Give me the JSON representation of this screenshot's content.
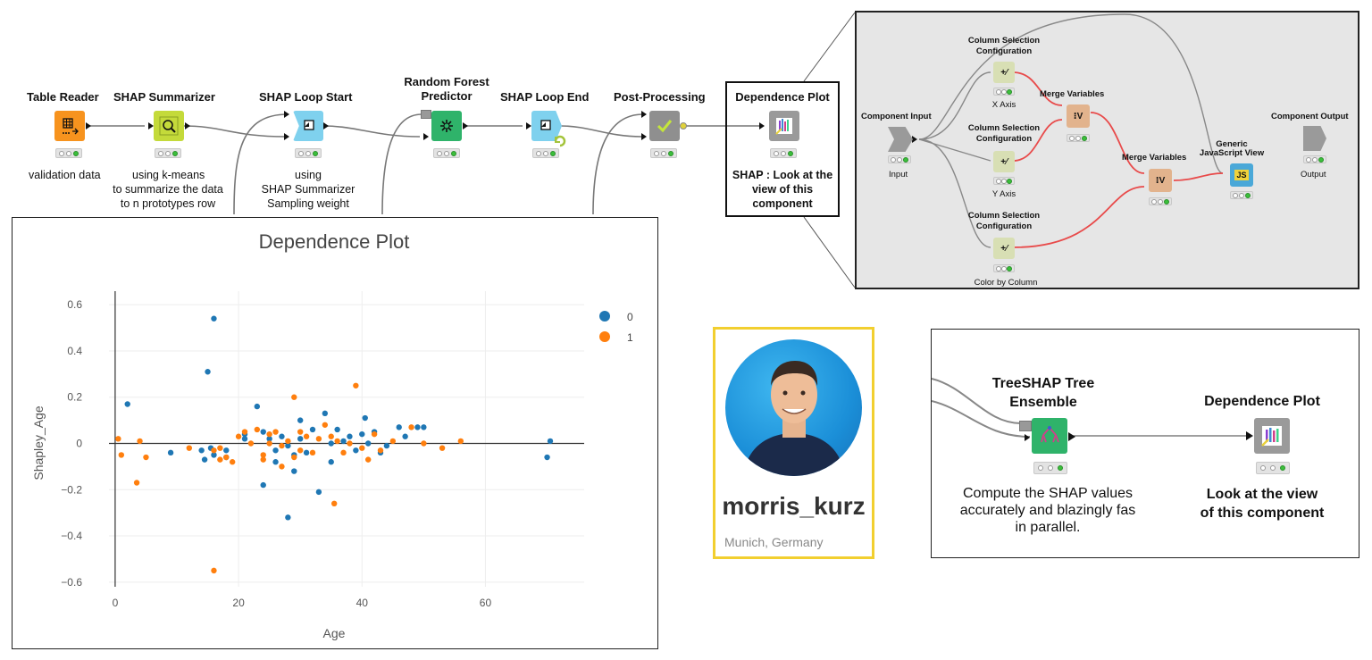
{
  "workflow": {
    "nodes": [
      {
        "id": "table-reader",
        "title": "Table Reader",
        "desc": [
          "validation data"
        ]
      },
      {
        "id": "shap-summarizer",
        "title": "SHAP Summarizer",
        "desc": [
          "using k-means",
          "to summarize the data",
          "to n prototypes row"
        ]
      },
      {
        "id": "shap-loop-start",
        "title": "SHAP Loop Start",
        "desc": [
          "using",
          "SHAP Summarizer",
          "Sampling weight"
        ]
      },
      {
        "id": "random-forest-predictor",
        "title": [
          "Random Forest",
          "Predictor"
        ],
        "desc": []
      },
      {
        "id": "shap-loop-end",
        "title": "SHAP Loop End",
        "desc": []
      },
      {
        "id": "post-processing",
        "title": "Post-Processing",
        "desc": []
      },
      {
        "id": "dependence-plot",
        "title": "Dependence Plot",
        "desc": [
          "SHAP : Look at the",
          "view of this",
          "component"
        ]
      }
    ]
  },
  "component": {
    "component_input": "Component Input",
    "input_label": "Input",
    "component_output": "Component Output",
    "output_label": "Output",
    "csc_title": [
      "Column Selection",
      "Configuration"
    ],
    "csc_labels": [
      "X Axis",
      "Y Axis",
      "Color by Column"
    ],
    "merge_variables": "Merge Variables",
    "generic_js_view": [
      "Generic",
      "JavaScript View"
    ],
    "js_icon": "JS"
  },
  "plot": {
    "chart_data": {
      "type": "scatter",
      "title": "Dependence Plot",
      "xlabel": "Age",
      "ylabel": "Shapley_Age",
      "xlim": [
        -1,
        76
      ],
      "ylim": [
        -0.62,
        0.62
      ],
      "xticks": [
        0,
        20,
        40,
        60
      ],
      "yticks": [
        0.6,
        0.4,
        0.2,
        0,
        -0.2,
        -0.4,
        -0.6
      ],
      "grid": true,
      "legend_placement": "top-right",
      "series": [
        {
          "name": "0",
          "color": "#1f77b4",
          "points": [
            [
              2,
              0.17
            ],
            [
              9,
              -0.04
            ],
            [
              14,
              -0.03
            ],
            [
              14.5,
              -0.07
            ],
            [
              15,
              0.31
            ],
            [
              15.5,
              -0.02
            ],
            [
              16,
              0.54
            ],
            [
              16,
              -0.05
            ],
            [
              18,
              -0.03
            ],
            [
              18,
              -0.06
            ],
            [
              21,
              0.04
            ],
            [
              21,
              0.02
            ],
            [
              23,
              0.16
            ],
            [
              24,
              -0.18
            ],
            [
              24,
              0.05
            ],
            [
              25,
              0.02
            ],
            [
              26,
              -0.03
            ],
            [
              26,
              -0.08
            ],
            [
              27,
              0.03
            ],
            [
              28,
              -0.01
            ],
            [
              28,
              -0.32
            ],
            [
              29,
              -0.12
            ],
            [
              29,
              -0.05
            ],
            [
              30,
              0.02
            ],
            [
              30,
              0.1
            ],
            [
              31,
              -0.04
            ],
            [
              32,
              0.06
            ],
            [
              33,
              -0.21
            ],
            [
              34,
              0.13
            ],
            [
              35,
              0.0
            ],
            [
              35,
              -0.08
            ],
            [
              36,
              0.06
            ],
            [
              37,
              0.01
            ],
            [
              38,
              0.03
            ],
            [
              39,
              -0.03
            ],
            [
              40,
              0.04
            ],
            [
              40.5,
              0.11
            ],
            [
              41,
              0.0
            ],
            [
              42,
              0.05
            ],
            [
              43,
              -0.04
            ],
            [
              44,
              -0.01
            ],
            [
              46,
              0.07
            ],
            [
              47,
              0.03
            ],
            [
              49,
              0.07
            ],
            [
              50,
              0.07
            ],
            [
              70,
              -0.06
            ],
            [
              70.5,
              0.01
            ]
          ]
        },
        {
          "name": "1",
          "color": "#ff7f0e",
          "points": [
            [
              0.5,
              0.02
            ],
            [
              1,
              -0.05
            ],
            [
              3.5,
              -0.17
            ],
            [
              4,
              0.01
            ],
            [
              5,
              -0.06
            ],
            [
              12,
              -0.02
            ],
            [
              16,
              -0.55
            ],
            [
              16,
              -0.03
            ],
            [
              17,
              -0.07
            ],
            [
              17,
              -0.02
            ],
            [
              18,
              -0.06
            ],
            [
              19,
              -0.08
            ],
            [
              20,
              0.03
            ],
            [
              21,
              0.05
            ],
            [
              22,
              0.0
            ],
            [
              23,
              0.06
            ],
            [
              24,
              -0.05
            ],
            [
              24,
              -0.07
            ],
            [
              25,
              0.0
            ],
            [
              25,
              0.04
            ],
            [
              26,
              0.05
            ],
            [
              27,
              -0.01
            ],
            [
              27,
              -0.1
            ],
            [
              28,
              0.01
            ],
            [
              29,
              0.2
            ],
            [
              29,
              -0.06
            ],
            [
              30,
              0.05
            ],
            [
              30,
              -0.03
            ],
            [
              31,
              0.03
            ],
            [
              32,
              -0.04
            ],
            [
              33,
              0.02
            ],
            [
              34,
              0.08
            ],
            [
              35,
              0.03
            ],
            [
              35.5,
              -0.26
            ],
            [
              36,
              0.01
            ],
            [
              37,
              -0.04
            ],
            [
              38,
              0.0
            ],
            [
              39,
              0.25
            ],
            [
              40,
              -0.02
            ],
            [
              41,
              -0.07
            ],
            [
              42,
              0.04
            ],
            [
              43,
              -0.03
            ],
            [
              45,
              0.01
            ],
            [
              48,
              0.07
            ],
            [
              50,
              0.0
            ],
            [
              53,
              -0.02
            ],
            [
              56,
              0.01
            ]
          ]
        }
      ]
    }
  },
  "profile": {
    "name": "morris_kurz",
    "location": "Munich, Germany"
  },
  "treeshap": {
    "treeshap_title": [
      "TreeSHAP Tree",
      "Ensemble"
    ],
    "treeshap_desc": [
      "Compute the SHAP values",
      "accurately and blazingly fas",
      "in parallel."
    ],
    "dep_title": "Dependence Plot",
    "dep_desc": [
      "Look at the view",
      "of this component"
    ]
  },
  "colors": {
    "reader_orange": "#f7931e",
    "summarizer_lime": "#c4da3a",
    "loop_cyan": "#7fd1ee",
    "predictor_green": "#2fb36a",
    "postproc_gray": "#8f8f8f",
    "component_gray": "#9a9a9a",
    "csc_tan": "#d8dfb4",
    "merge_tan": "#e2b38d",
    "wire_red": "#e84a4a",
    "highlight_yellow": "#f2cf2f"
  }
}
